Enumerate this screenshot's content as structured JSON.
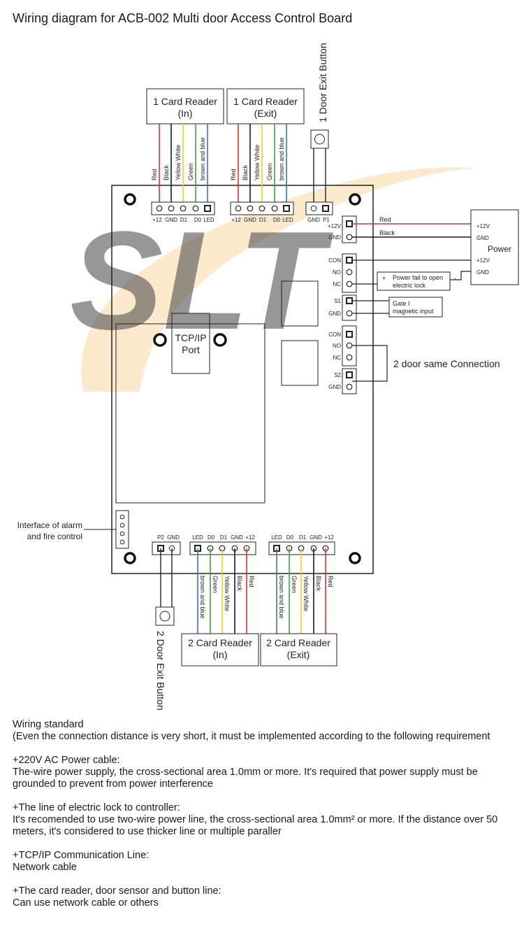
{
  "title": "Wiring diagram for ACB-002 Multi door Access Control Board",
  "watermark": "SLT",
  "colors": {
    "red": "#e8302a",
    "black": "#1a1a1a",
    "yellow": "#f2d31b",
    "green": "#3aa64a",
    "blue": "#3b6fd8",
    "watermark_blue": "#8fa6d3",
    "watermark_orange": "#f6c878"
  },
  "diagram": {
    "reader_1_in": {
      "number": "1",
      "label": "Card Reader",
      "sub": "(In)"
    },
    "reader_1_exit": {
      "number": "1",
      "label": "Card Reader",
      "sub": "(Exit)"
    },
    "reader_2_in": {
      "number": "2",
      "label": "Card Reader",
      "sub": "(In)"
    },
    "reader_2_exit": {
      "number": "2",
      "label": "Card Reader",
      "sub": "(Exit)"
    },
    "door1_exit_button": "1 Door Exit Button",
    "door2_exit_button": "2 Door Exit Button",
    "wire_labels": [
      "Red",
      "Black",
      "Yellow White",
      "Green",
      "brown and blue"
    ],
    "top_pins": [
      "+12",
      "GND",
      "D1",
      "D0",
      "LED"
    ],
    "bottom_pins": [
      "LED",
      "D0",
      "D1",
      "GND",
      "+12"
    ],
    "button_pins_top": [
      "GND",
      "P1"
    ],
    "button_pins_bottom": [
      "P2",
      "GND"
    ],
    "right_pins_power": [
      "+12V",
      "GND"
    ],
    "right_pins_lock1": [
      "CON",
      "NO",
      "NC"
    ],
    "right_pins_sensor1": [
      "S1",
      "GND"
    ],
    "right_pins_lock2": [
      "CON",
      "NO",
      "NC"
    ],
    "right_pins_sensor2": [
      "S2",
      "GND"
    ],
    "power": {
      "label": "Power",
      "pins": [
        "+12V",
        "GND",
        "+12V",
        "GND"
      ]
    },
    "power_wire_labels": [
      "Red",
      "Black"
    ],
    "power_fail_box": {
      "line1": "Power fail to open",
      "line2": "electric lock",
      "plus": "+",
      "minus": "-"
    },
    "gate_box": {
      "line1": "Gate I",
      "line2": "magnetic input"
    },
    "door2_same": "2 door same Connection",
    "tcp_port": {
      "line1": "TCP/IP",
      "line2": "Port"
    },
    "alarm_interface": {
      "line1": "Interface of alarm",
      "line2": "and fire control"
    }
  },
  "notes": {
    "heading": "Wiring standard",
    "intro": "(Even the connection distance is very short, it must be implemented according to the following requirement",
    "sections": [
      {
        "title": "+220V AC Power cable:",
        "body": "The-wire power supply, the cross-sectional area 1.0mm or more. It's required that power supply must be grounded to prevent from power interference"
      },
      {
        "title": "+The line of electric lock to controller:",
        "body": "It's recomended to use two-wire power line, the cross-sectional area 1.0mm² or more. If the distance over 50 meters, it's considered to use thicker line or multiple paraller"
      },
      {
        "title": "+TCP/IP Communication Line:",
        "body": "Network cable"
      },
      {
        "title": "+The card reader, door sensor and button line:",
        "body": "Can use network cable or others"
      }
    ]
  }
}
